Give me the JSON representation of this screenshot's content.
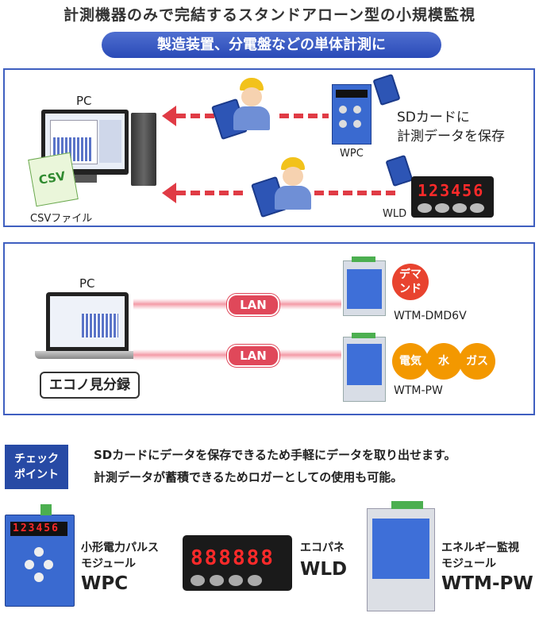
{
  "header": {
    "title": "計測機器のみで完結するスタンドアローン型の小規模監視",
    "subtitle": "製造装置、分電盤などの単体計測に"
  },
  "panel1": {
    "pc_label": "PC",
    "csv_label": "CSVファイル",
    "csv_icon_text": "CSV",
    "sd_note_line1": "SDカードに",
    "sd_note_line2": "計測データを保存",
    "wpc_label": "WPC",
    "wld_label": "WLD",
    "wld_display": "123456"
  },
  "panel2": {
    "pc_label": "PC",
    "software_label": "エコノ見分録",
    "lan1": "LAN",
    "lan2": "LAN",
    "device1_label": "WTM-DMD6V",
    "device2_label": "WTM-PW",
    "badge_demand_line1": "デマ",
    "badge_demand_line2": "ンド",
    "badge_electric": "電気",
    "badge_water": "水",
    "badge_gas": "ガス"
  },
  "checkpoint": {
    "tag_line1": "チェック",
    "tag_line2": "ポイント",
    "line1": "SDカードにデータを保存できるため手軽にデータを取り出せます。",
    "line2": "計測データが蓄積できるためロガーとしての使用も可能。"
  },
  "products": [
    {
      "line1": "小形電力パルス",
      "line2": "モジュール",
      "name": "WPC",
      "display": "123456"
    },
    {
      "line1": "エコパネ",
      "line2": "",
      "name": "WLD",
      "display": "888888"
    },
    {
      "line1": "エネルギー監視",
      "line2": "モジュール",
      "name": "WTM-PW"
    }
  ],
  "colors": {
    "accent_blue": "#3f5fc0",
    "arrow_red": "#e03b45",
    "badge_orange": "#f39800",
    "badge_red": "#e8432f"
  }
}
